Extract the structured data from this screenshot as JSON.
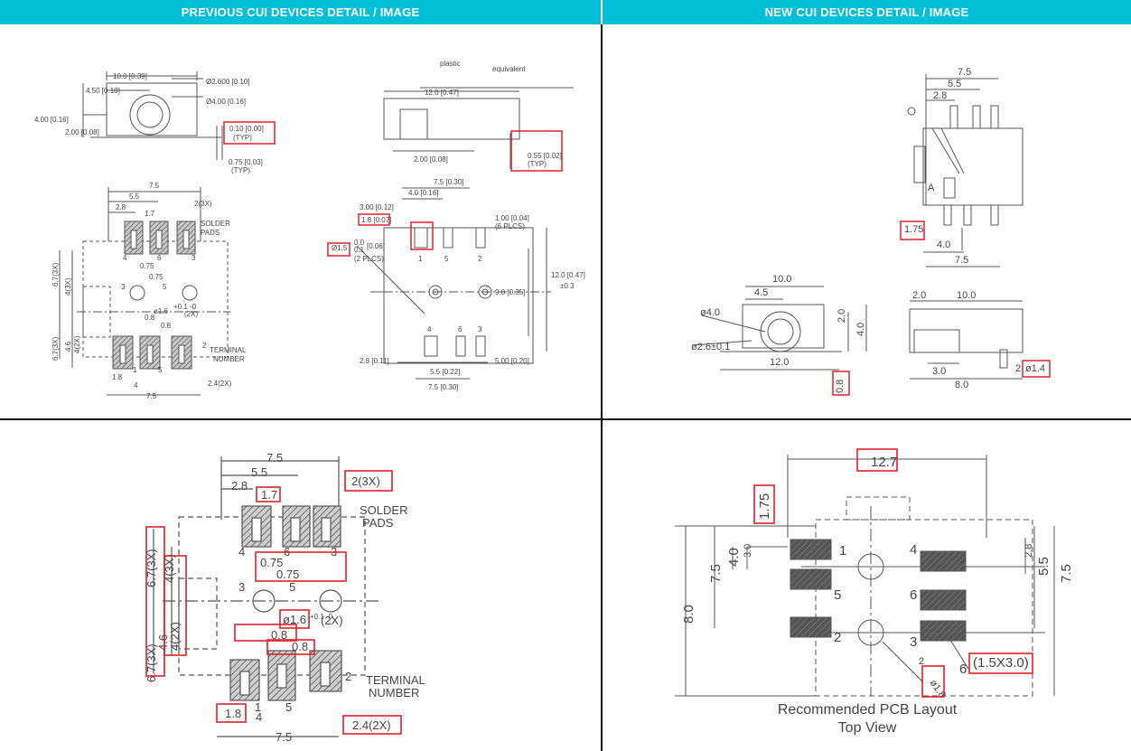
{
  "header": {
    "left_title": "PREVIOUS CUI DEVICES DETAIL / IMAGE",
    "right_title": "NEW CUI DEVICES DETAIL / IMAGE"
  },
  "prev_top": {
    "front": {
      "d_width": "10.0 [0.39]",
      "d_half": "4.50 [0.18]",
      "d_ring": "Ø2.600 [0.10]",
      "d_outer": "Ø4.00 [0.16]",
      "d_height": "4.00 [0.16]",
      "d_center": "2.00 [0.08]",
      "d_thick": "0.10 [0.00]",
      "d_thick_typ": "(TYP)",
      "d_pin": "0.75 [0.03]",
      "d_pin_typ": "(TYP)"
    },
    "side": {
      "note_a": "plastic",
      "note_b": "equivalent",
      "d_length": "12.0 [0.47]",
      "d_pin": "2.00 [0.08]",
      "d_thick": "0.55 [0.02]",
      "d_thick_typ": "(TYP)"
    },
    "pads": {
      "d_75": "7.5",
      "d_55": "5.5",
      "d_28": "2.8",
      "d_17": "1.7",
      "d_2x3": "2(3X)",
      "solder": "SOLDER",
      "pads": "PADS",
      "d_67a": "6.7(3X)",
      "d_4a": "4(3X)",
      "d_075a": "0.75",
      "d_075b": "0.75",
      "d_3": "3",
      "d_5": "5",
      "d_phi": "ø1.6",
      "d_phi_tol": "+0.1 -0",
      "d_phi_2x": "(2X)",
      "d_08a": "0.8",
      "d_08b": "0.8",
      "d_67b": "6.7(3X)",
      "d_46": "4.6",
      "d_42x": "4(2X)",
      "terminal": "TERMINAL",
      "number": "NUMBER",
      "d_18": "1.8",
      "d_4": "4",
      "d_24": "2.4(2X)",
      "d_75b": "7.5",
      "n1": "1",
      "n2": "2",
      "n3": "3",
      "n4": "4",
      "n5": "5",
      "n6": "6"
    },
    "layout": {
      "d_75": "7.5 [0.30]",
      "d_40": "4.0 [0.16]",
      "d_300": "3.00 [0.12]",
      "d_18": "1.8 [0.07]",
      "d_100": "1.00 [0.04]",
      "d_100b": "(6 PLCS)",
      "d_phi": "Ø1.5",
      "d_tol_a": "0.0",
      "d_tol_b": "0.1",
      "d_tol_c": "[0.06]",
      "d_plcs": "(2 PLCS)",
      "d_120": "12.0 [0.47]",
      "d_pm": "±0.3",
      "d_90": "9.0 [0.35]",
      "d_28": "2.8 [0.11]",
      "d_55": "5.5 [0.22]",
      "d_500": "5.00 [0.20]",
      "d_75b": "7.5 [0.30]",
      "n1": "1",
      "n2": "2",
      "n3": "3",
      "n4": "4",
      "n5": "5",
      "n6": "6"
    }
  },
  "new_top": {
    "d_75": "7.5",
    "d_55": "5.5",
    "d_28": "2.8",
    "d_a": "A",
    "d_175": "1.75",
    "d_40": "4.0",
    "d_75b": "7.5",
    "d_100": "10.0",
    "d_45": "4.5",
    "d_phi4": "ø4.0",
    "d_phi26": "ø2.6±0.1",
    "d_20": "2.0",
    "d_40b": "4.0",
    "d_120": "12.0",
    "d_08": "0.8",
    "d_20b": "2.0",
    "d_100b": "10.0",
    "d_30": "3.0",
    "d_80": "8.0",
    "d_2": "2",
    "d_phi14": "ø1.4"
  },
  "prev_bottom": {
    "d_75": "7.5",
    "d_55": "5.5",
    "d_28": "2.8",
    "d_17": "1.7",
    "d_2x3": "2(3X)",
    "solder": "SOLDER",
    "pads": "PADS",
    "d_67a": "6.7(3X)",
    "d_4a": "4(3X)",
    "d_075a": "0.75",
    "d_075b": "0.75",
    "d_3": "3",
    "d_5": "5",
    "d_phi": "ø1.6",
    "d_phi_tol": "+0.1 -0",
    "d_phi_2x": "(2X)",
    "d_08a": "0.8",
    "d_08b": "0.8",
    "d_67b": "6.7(3X)",
    "d_46": "4.6",
    "d_42x": "4(2X)",
    "terminal": "TERMINAL",
    "number": "NUMBER",
    "d_18": "1.8",
    "d_4": "4",
    "d_24": "2.4(2X)",
    "d_75b": "7.5",
    "n1": "1",
    "n2": "2",
    "n3": "3",
    "n4": "4",
    "n5": "5",
    "n6": "6"
  },
  "new_bottom": {
    "d_127": "12.7",
    "d_175": "1.75",
    "d_80": "8.0",
    "d_75": "7.5",
    "d_40": "4.0",
    "d_30": "3.0",
    "d_28": "2.8",
    "d_55": "5.5",
    "d_75b": "7.5",
    "p1": "1",
    "p2": "2",
    "p3": "3",
    "p4": "4",
    "p5": "5",
    "p6": "6",
    "d_2": "2",
    "d_phi18": "ø1.8",
    "d_6": "6",
    "d_pad": "(1.5X3.0)",
    "caption_a": "Recommended PCB Layout",
    "caption_b": "Top View"
  },
  "colors": {
    "header_bg": "#00bfd6",
    "highlight": "#e0202a",
    "hatch": "#6a6a6a"
  }
}
